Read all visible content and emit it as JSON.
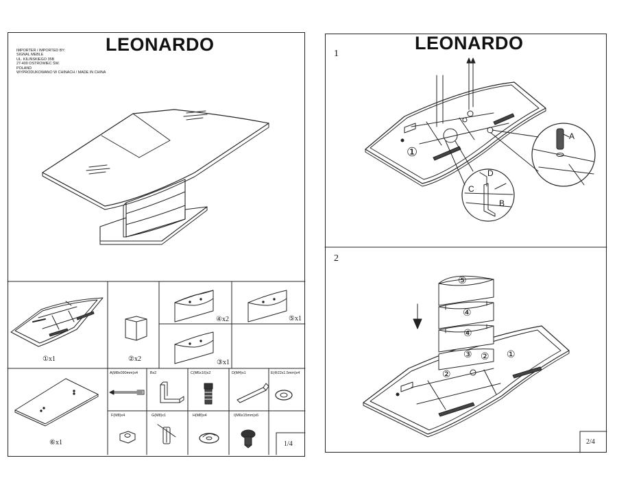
{
  "left_page": {
    "title": "LEONARDO",
    "importer_lines": [
      "IMPORTER / IMPORTED BY:",
      "SIGNAL MEBLE",
      "UL. KILIŃSKIEGO 35B",
      "27-400 OSTROWIEC ŚW.",
      "POLAND",
      "WYPRODUKOWANO W CHINACH / MADE IN CHINA"
    ],
    "parts": [
      {
        "label": "①x1"
      },
      {
        "label": "②x2"
      },
      {
        "label": "④x2"
      },
      {
        "label": "⑤x1"
      },
      {
        "label": "③x1"
      },
      {
        "label": "⑥x1"
      }
    ],
    "hardware": [
      {
        "label": "A(M8x090mm)x4"
      },
      {
        "label": "Bx2"
      },
      {
        "label": "C(M6x16)x2"
      },
      {
        "label": "D(M4)x1"
      },
      {
        "label": "E(Φ22x1.5mm)x4"
      },
      {
        "label": "F(M8)x4"
      },
      {
        "label": "G(M8)x1"
      },
      {
        "label": "H(M8)x4"
      },
      {
        "label": "I(M6x15mm)x6"
      }
    ],
    "page_number": "1/4"
  },
  "right_page": {
    "title": "LEONARDO",
    "steps": [
      {
        "number": "1",
        "callouts": [
          "①",
          "A",
          "B",
          "C",
          "D"
        ]
      },
      {
        "number": "2",
        "callouts": [
          "⑤",
          "④",
          "④",
          "③",
          "②",
          "②",
          "①"
        ]
      }
    ],
    "page_number": "2/4"
  }
}
